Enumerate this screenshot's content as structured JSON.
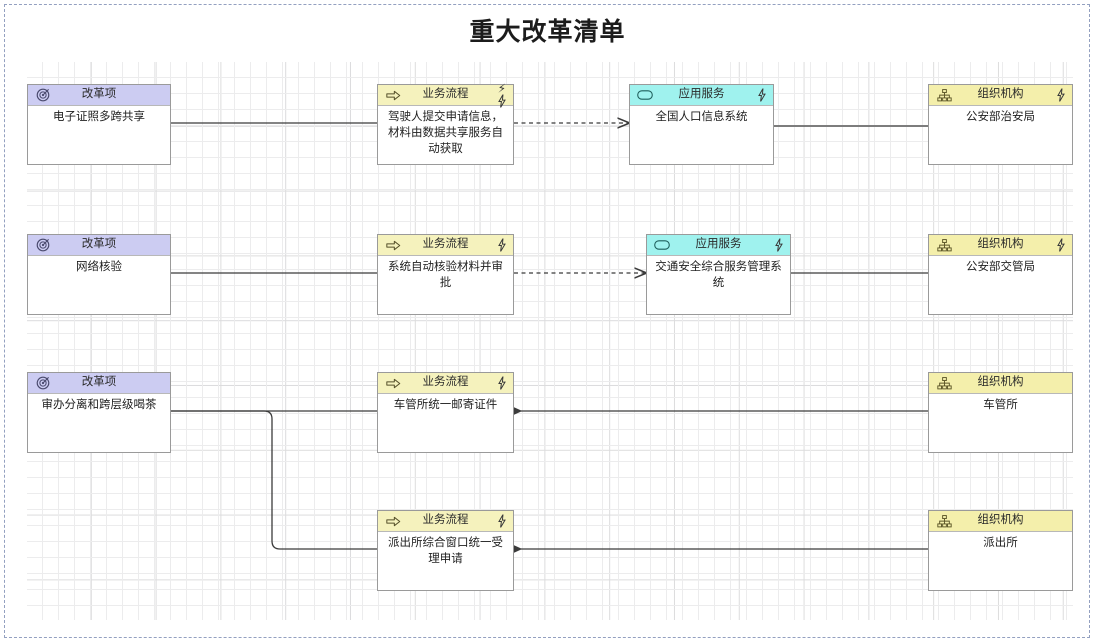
{
  "title": "重大改革清单",
  "icons": {
    "reform": "target-icon",
    "process": "arrow-right-icon",
    "service": "rounded-rect-icon",
    "org": "org-chart-icon",
    "bolt": "lightning-bolt-icon"
  },
  "colors": {
    "reform_header": "#ccccf2",
    "process_header": "#f5f2bd",
    "service_header": "#9ff2ee",
    "org_header": "#f4efab",
    "node_border": "#9a9a9a",
    "edge": "#3b3b3b",
    "canvas_border": "#93a0c0"
  },
  "labels": {
    "reform": "改革项",
    "process": "业务流程",
    "service": "应用服务",
    "org": "组织机构"
  },
  "nodes": [
    {
      "id": "reform1",
      "type": "reform",
      "header": "改革项",
      "body": "电子证照多跨共享"
    },
    {
      "id": "process1",
      "type": "process",
      "header": "业务流程",
      "body": "驾驶人提交申请信息，材料由数据共享服务自动获取"
    },
    {
      "id": "service1",
      "type": "service",
      "header": "应用服务",
      "body": "全国人口信息系统"
    },
    {
      "id": "org1",
      "type": "org",
      "header": "组织机构",
      "body": "公安部治安局"
    },
    {
      "id": "reform2",
      "type": "reform",
      "header": "改革项",
      "body": "网络核验"
    },
    {
      "id": "process2",
      "type": "process",
      "header": "业务流程",
      "body": "系统自动核验材料并审批"
    },
    {
      "id": "service2",
      "type": "service",
      "header": "应用服务",
      "body": "交通安全综合服务管理系统"
    },
    {
      "id": "org2",
      "type": "org",
      "header": "组织机构",
      "body": "公安部交管局"
    },
    {
      "id": "reform3",
      "type": "reform",
      "header": "改革项",
      "body": "审办分离和跨层级喝茶"
    },
    {
      "id": "process3",
      "type": "process",
      "header": "业务流程",
      "body": "车管所统一邮寄证件"
    },
    {
      "id": "org3",
      "type": "org",
      "header": "组织机构",
      "body": "车管所"
    },
    {
      "id": "process4",
      "type": "process",
      "header": "业务流程",
      "body": "派出所综合窗口统一受理申请"
    },
    {
      "id": "org4",
      "type": "org",
      "header": "组织机构",
      "body": "派出所"
    }
  ],
  "edges": [
    {
      "from": "reform1",
      "to": "process1",
      "style": "solid",
      "arrow": "none"
    },
    {
      "from": "process1",
      "to": "service1",
      "style": "dashed",
      "arrow": "open-right"
    },
    {
      "from": "org1",
      "to": "service1",
      "style": "solid",
      "arrow": "filled-left"
    },
    {
      "from": "reform2",
      "to": "process2",
      "style": "solid",
      "arrow": "none"
    },
    {
      "from": "process2",
      "to": "service2",
      "style": "dashed",
      "arrow": "open-right"
    },
    {
      "from": "org2",
      "to": "service2",
      "style": "solid",
      "arrow": "filled-left"
    },
    {
      "from": "reform3",
      "to": "process3",
      "style": "solid",
      "arrow": "none"
    },
    {
      "from": "reform3",
      "to": "process4",
      "style": "solid",
      "arrow": "none"
    },
    {
      "from": "org3",
      "to": "process3",
      "style": "solid",
      "arrow": "filled-left"
    },
    {
      "from": "org4",
      "to": "process4",
      "style": "solid",
      "arrow": "filled-left"
    }
  ]
}
